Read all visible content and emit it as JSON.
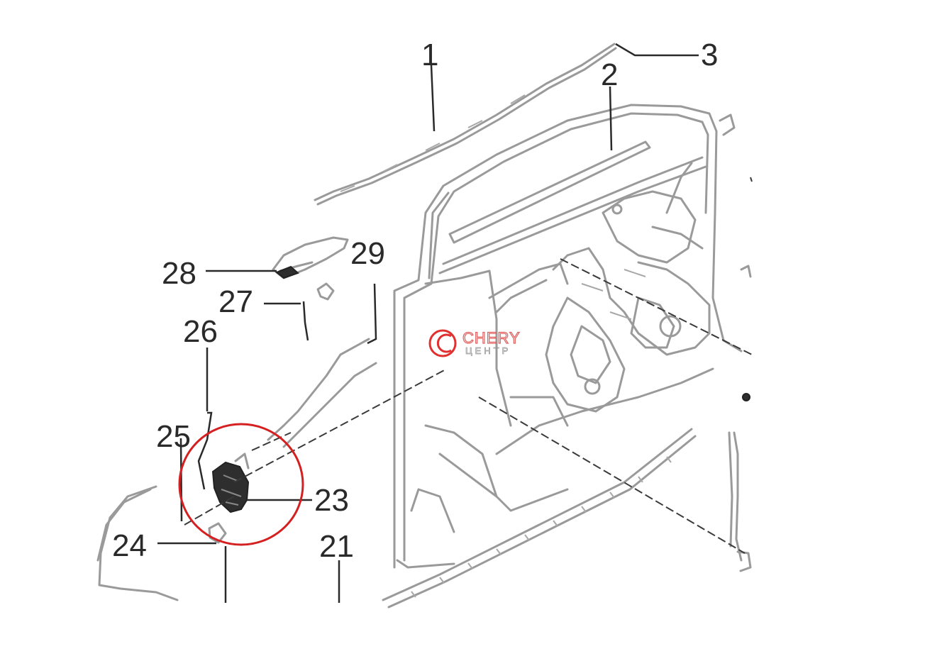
{
  "callouts": [
    {
      "id": "1",
      "label": "1"
    },
    {
      "id": "2",
      "label": "2"
    },
    {
      "id": "3",
      "label": "3"
    },
    {
      "id": "21",
      "label": "21"
    },
    {
      "id": "23",
      "label": "23"
    },
    {
      "id": "24",
      "label": "24"
    },
    {
      "id": "25",
      "label": "25"
    },
    {
      "id": "26",
      "label": "26"
    },
    {
      "id": "27",
      "label": "27"
    },
    {
      "id": "28",
      "label": "28"
    },
    {
      "id": "29",
      "label": "29"
    }
  ],
  "watermark": {
    "brand": "CHERY",
    "sub": "ЦЕНТР",
    "color": "#e03030"
  },
  "highlight": {
    "target_part": "23",
    "color": "#d42020"
  }
}
